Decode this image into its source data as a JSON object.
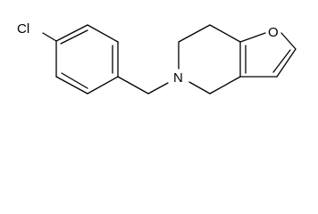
{
  "structure": {
    "atoms": {
      "chlorine": "Cl",
      "nitrogen": "N",
      "oxygen": "O"
    }
  },
  "colors": {
    "bond": "#000000",
    "label": "#000000",
    "background": "#ffffff"
  }
}
